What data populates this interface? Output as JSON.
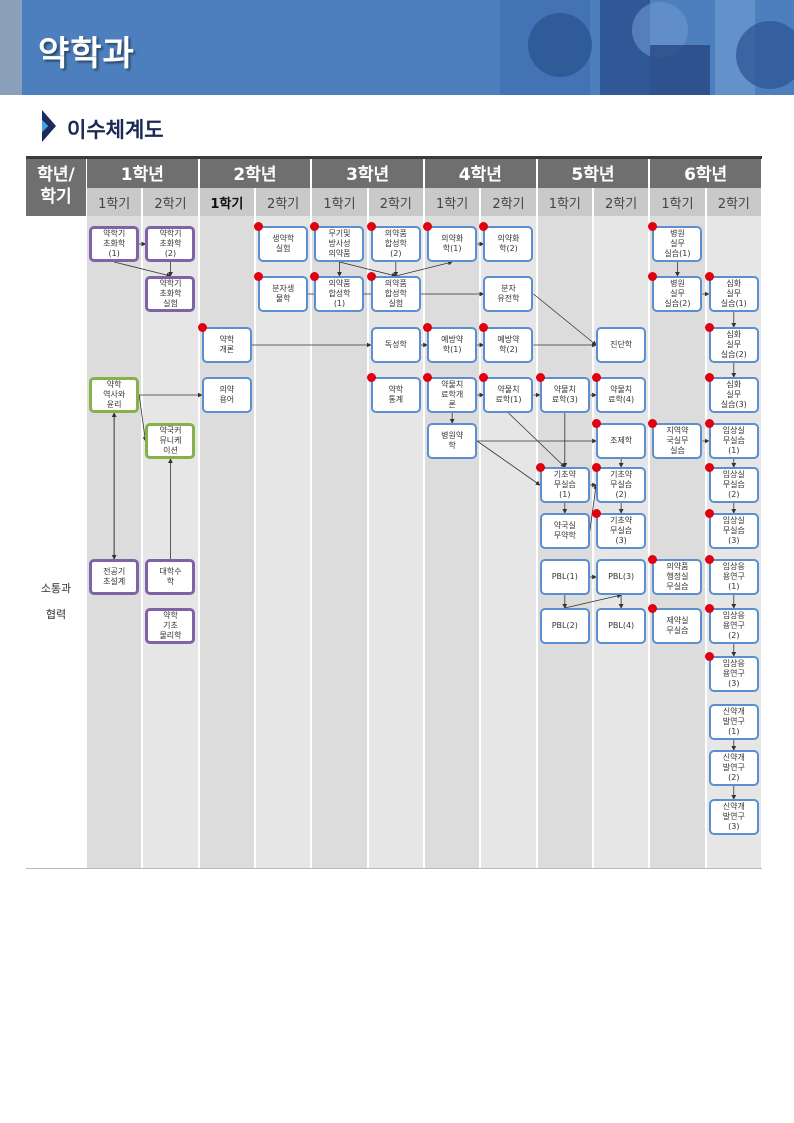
{
  "banner": {
    "title": "약학과"
  },
  "section": {
    "title": "이수체계도"
  },
  "table": {
    "corner_label": "학년/\n학기",
    "years": [
      "1학년",
      "2학년",
      "3학년",
      "4학년",
      "5학년",
      "6학년"
    ],
    "semesters": [
      "1학기",
      "2학기",
      "1학기",
      "2학기",
      "1학기",
      "2학기",
      "1학기",
      "2학기",
      "1학기",
      "2학기",
      "1학기",
      "2학기"
    ],
    "row_label": "소통과\n협력"
  },
  "colors": {
    "banner": "#4d7fbf",
    "box_border": "#5b8fd0",
    "purple": "#8062a9",
    "green": "#86b04a",
    "dot": "#e00010",
    "header": "#6f6f6f"
  },
  "courses": [
    {
      "id": "c1",
      "label": "약학기\n초화학\n(1)",
      "col": 0,
      "row": 0,
      "style": "purple",
      "dot": false
    },
    {
      "id": "c2",
      "label": "약학기\n초화학\n(2)",
      "col": 1,
      "row": 0,
      "style": "purple",
      "dot": false
    },
    {
      "id": "c3",
      "label": "약학기\n초화학\n실험",
      "col": 1,
      "row": 1,
      "style": "purple",
      "dot": false
    },
    {
      "id": "c4",
      "label": "약학\n역사와\n윤리",
      "col": 0,
      "row": 3,
      "style": "green",
      "dot": false
    },
    {
      "id": "c5",
      "label": "약국커\n뮤니케\n이션",
      "col": 1,
      "row": 4,
      "style": "green",
      "dot": false
    },
    {
      "id": "c6",
      "label": "전공기\n초설계",
      "col": 0,
      "row": 7,
      "style": "purple",
      "dot": false
    },
    {
      "id": "c7",
      "label": "대학수\n학",
      "col": 1,
      "row": 7,
      "style": "purple",
      "dot": false
    },
    {
      "id": "c8",
      "label": "약학\n기초\n물리학",
      "col": 1,
      "row": 8,
      "style": "purple",
      "dot": false
    },
    {
      "id": "c9",
      "label": "약학\n개론",
      "col": 2,
      "row": 2,
      "style": "blue",
      "dot": true
    },
    {
      "id": "c10",
      "label": "의약\n용어",
      "col": 2,
      "row": 3,
      "style": "blue",
      "dot": false
    },
    {
      "id": "c11",
      "label": "생약학\n실험",
      "col": 3,
      "row": 0,
      "style": "blue",
      "dot": true
    },
    {
      "id": "c12",
      "label": "분자생\n물학",
      "col": 3,
      "row": 1,
      "style": "blue",
      "dot": true
    },
    {
      "id": "c13",
      "label": "무기및\n방사성\n의약품",
      "col": 4,
      "row": 0,
      "style": "blue",
      "dot": true
    },
    {
      "id": "c14",
      "label": "의약품\n합성학\n(1)",
      "col": 4,
      "row": 1,
      "style": "blue",
      "dot": true
    },
    {
      "id": "c15",
      "label": "의약품\n합성학\n(2)",
      "col": 5,
      "row": 0,
      "style": "blue",
      "dot": true
    },
    {
      "id": "c16",
      "label": "의약품\n합성학\n실험",
      "col": 5,
      "row": 1,
      "style": "blue",
      "dot": true
    },
    {
      "id": "c17",
      "label": "독성학",
      "col": 5,
      "row": 2,
      "style": "blue",
      "dot": false
    },
    {
      "id": "c18",
      "label": "약학\n통계",
      "col": 5,
      "row": 3,
      "style": "blue",
      "dot": true
    },
    {
      "id": "c19",
      "label": "의약화\n학(1)",
      "col": 6,
      "row": 0,
      "style": "blue",
      "dot": true
    },
    {
      "id": "c20",
      "label": "예방약\n학(1)",
      "col": 6,
      "row": 2,
      "style": "blue",
      "dot": true
    },
    {
      "id": "c21",
      "label": "약물치\n료학개\n론",
      "col": 6,
      "row": 3,
      "style": "blue",
      "dot": true
    },
    {
      "id": "c22",
      "label": "병원약\n학",
      "col": 6,
      "row": 4,
      "style": "blue",
      "dot": false
    },
    {
      "id": "c23",
      "label": "의약화\n학(2)",
      "col": 7,
      "row": 0,
      "style": "blue",
      "dot": true
    },
    {
      "id": "c24",
      "label": "분자\n유전학",
      "col": 7,
      "row": 1,
      "style": "blue",
      "dot": false
    },
    {
      "id": "c25",
      "label": "예방약\n학(2)",
      "col": 7,
      "row": 2,
      "style": "blue",
      "dot": true
    },
    {
      "id": "c26",
      "label": "약물치\n료학(1)",
      "col": 7,
      "row": 3,
      "style": "blue",
      "dot": true
    },
    {
      "id": "c27",
      "label": "약물치\n료학(3)",
      "col": 8,
      "row": 3,
      "style": "blue",
      "dot": true
    },
    {
      "id": "c28",
      "label": "기초약\n무실습\n(1)",
      "col": 8,
      "row": 5,
      "style": "blue",
      "dot": true
    },
    {
      "id": "c29",
      "label": "약국실\n무약학",
      "col": 8,
      "row": 6,
      "style": "blue",
      "dot": false
    },
    {
      "id": "c30",
      "label": "PBL(1)",
      "col": 8,
      "row": 7,
      "style": "blue",
      "dot": false
    },
    {
      "id": "c31",
      "label": "PBL(2)",
      "col": 8,
      "row": 8,
      "style": "blue",
      "dot": false
    },
    {
      "id": "c32",
      "label": "진단학",
      "col": 9,
      "row": 2,
      "style": "blue",
      "dot": false
    },
    {
      "id": "c33",
      "label": "약물치\n료학(4)",
      "col": 9,
      "row": 3,
      "style": "blue",
      "dot": true
    },
    {
      "id": "c34",
      "label": "조제학",
      "col": 9,
      "row": 4,
      "style": "blue",
      "dot": true
    },
    {
      "id": "c35",
      "label": "기초약\n무실습\n(2)",
      "col": 9,
      "row": 5,
      "style": "blue",
      "dot": true
    },
    {
      "id": "c36",
      "label": "기초약\n무실습\n(3)",
      "col": 9,
      "row": 6,
      "style": "blue",
      "dot": true
    },
    {
      "id": "c37",
      "label": "PBL(3)",
      "col": 9,
      "row": 7,
      "style": "blue",
      "dot": false
    },
    {
      "id": "c38",
      "label": "PBL(4)",
      "col": 9,
      "row": 8,
      "style": "blue",
      "dot": false
    },
    {
      "id": "c39",
      "label": "병원\n실무\n실습(1)",
      "col": 10,
      "row": 0,
      "style": "blue",
      "dot": true
    },
    {
      "id": "c40",
      "label": "병원\n실무\n실습(2)",
      "col": 10,
      "row": 1,
      "style": "blue",
      "dot": true
    },
    {
      "id": "c41",
      "label": "지역약\n국실무\n실습",
      "col": 10,
      "row": 4,
      "style": "blue",
      "dot": true
    },
    {
      "id": "c42",
      "label": "의약품\n행정실\n무실습",
      "col": 10,
      "row": 7,
      "style": "blue",
      "dot": true
    },
    {
      "id": "c43",
      "label": "제약실\n무실습",
      "col": 10,
      "row": 8,
      "style": "blue",
      "dot": true
    },
    {
      "id": "c44",
      "label": "심화\n실무\n실습(1)",
      "col": 11,
      "row": 1,
      "style": "blue",
      "dot": true
    },
    {
      "id": "c45",
      "label": "심화\n실무\n실습(2)",
      "col": 11,
      "row": 2,
      "style": "blue",
      "dot": true
    },
    {
      "id": "c46",
      "label": "심화\n실무\n실습(3)",
      "col": 11,
      "row": 3,
      "style": "blue",
      "dot": true
    },
    {
      "id": "c47",
      "label": "임상실\n무실습\n(1)",
      "col": 11,
      "row": 4,
      "style": "blue",
      "dot": true
    },
    {
      "id": "c48",
      "label": "임상실\n무실습\n(2)",
      "col": 11,
      "row": 5,
      "style": "blue",
      "dot": true
    },
    {
      "id": "c49",
      "label": "임상실\n무실습\n(3)",
      "col": 11,
      "row": 6,
      "style": "blue",
      "dot": true
    },
    {
      "id": "c50",
      "label": "임상응\n용연구\n(1)",
      "col": 11,
      "row": 7,
      "style": "blue",
      "dot": true
    },
    {
      "id": "c51",
      "label": "임상응\n용연구\n(2)",
      "col": 11,
      "row": 8,
      "style": "blue",
      "dot": true
    },
    {
      "id": "c52",
      "label": "임상응\n용연구\n(3)",
      "col": 11,
      "row": 9,
      "style": "blue",
      "dot": true
    },
    {
      "id": "c53",
      "label": "신약개\n발연구\n(1)",
      "col": 11,
      "row": 10,
      "style": "blue",
      "dot": false
    },
    {
      "id": "c54",
      "label": "신약개\n발연구\n(2)",
      "col": 11,
      "row": 11,
      "style": "blue",
      "dot": false
    },
    {
      "id": "c55",
      "label": "신약개\n발연구\n(3)",
      "col": 11,
      "row": 12,
      "style": "blue",
      "dot": false
    }
  ],
  "links": [
    [
      "c1",
      "c2"
    ],
    [
      "c2",
      "c3"
    ],
    [
      "c1",
      "c3"
    ],
    [
      "c4",
      "c10"
    ],
    [
      "c4",
      "c5"
    ],
    [
      "c6",
      "c4"
    ],
    [
      "c4",
      "c6"
    ],
    [
      "c7",
      "c5"
    ],
    [
      "c9",
      "c17"
    ],
    [
      "c12",
      "c24"
    ],
    [
      "c13",
      "c14"
    ],
    [
      "c13",
      "c16"
    ],
    [
      "c15",
      "c16"
    ],
    [
      "c16",
      "c19"
    ],
    [
      "c19",
      "c23"
    ],
    [
      "c17",
      "c20"
    ],
    [
      "c20",
      "c25"
    ],
    [
      "c25",
      "c32"
    ],
    [
      "c24",
      "c32"
    ],
    [
      "c21",
      "c26"
    ],
    [
      "c21",
      "c22"
    ],
    [
      "c26",
      "c27"
    ],
    [
      "c27",
      "c33"
    ],
    [
      "c26",
      "c28"
    ],
    [
      "c22",
      "c34"
    ],
    [
      "c22",
      "c28"
    ],
    [
      "c27",
      "c28"
    ],
    [
      "c28",
      "c35"
    ],
    [
      "c28",
      "c29"
    ],
    [
      "c29",
      "c35"
    ],
    [
      "c35",
      "c36"
    ],
    [
      "c34",
      "c35"
    ],
    [
      "c30",
      "c37"
    ],
    [
      "c30",
      "c31"
    ],
    [
      "c31",
      "c37"
    ],
    [
      "c37",
      "c38"
    ],
    [
      "c39",
      "c40"
    ],
    [
      "c40",
      "c44"
    ],
    [
      "c44",
      "c45"
    ],
    [
      "c45",
      "c46"
    ],
    [
      "c41",
      "c47"
    ],
    [
      "c47",
      "c48"
    ],
    [
      "c48",
      "c49"
    ],
    [
      "c50",
      "c51"
    ],
    [
      "c51",
      "c52"
    ],
    [
      "c53",
      "c54"
    ],
    [
      "c54",
      "c55"
    ]
  ]
}
